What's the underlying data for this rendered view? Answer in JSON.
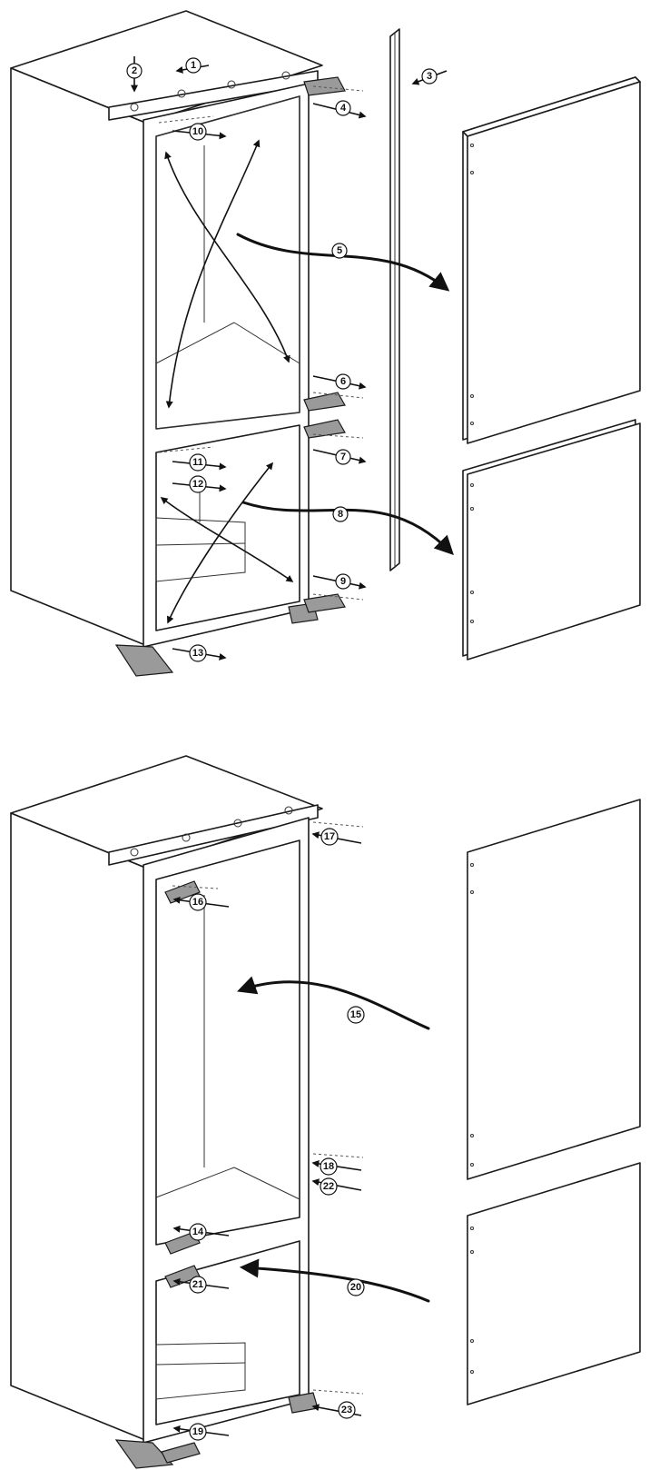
{
  "diagram": {
    "step1": {
      "callouts": [
        "1",
        "2",
        "3",
        "4",
        "5",
        "6",
        "7",
        "8",
        "9",
        "10",
        "11",
        "12",
        "13"
      ]
    },
    "step2": {
      "callouts": [
        "14",
        "15",
        "16",
        "17",
        "18",
        "19",
        "20",
        "21",
        "22",
        "23"
      ]
    }
  }
}
